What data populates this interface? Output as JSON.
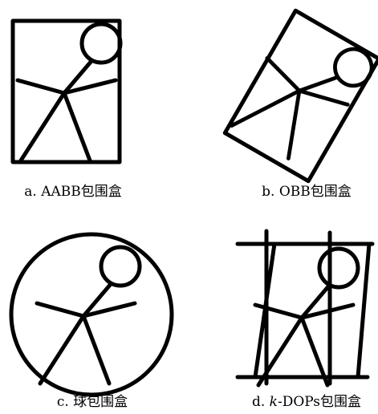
{
  "panels": [
    {
      "id": "a",
      "caption_prefix": "a. ",
      "caption_italic": "",
      "caption_text": "AABB包围盒",
      "bounding_volume": "axis-aligned bounding box"
    },
    {
      "id": "b",
      "caption_prefix": "b. ",
      "caption_italic": "",
      "caption_text": "OBB包围盒",
      "bounding_volume": "oriented bounding box"
    },
    {
      "id": "c",
      "caption_prefix": "c. ",
      "caption_italic": "",
      "caption_text": "球包围盒",
      "bounding_volume": "bounding sphere"
    },
    {
      "id": "d",
      "caption_prefix": "d. ",
      "caption_italic": "k",
      "caption_text": "-DOPs包围盒",
      "bounding_volume": "k-discrete oriented polytope"
    }
  ],
  "colors": {
    "stroke": "#000000",
    "background": "#ffffff"
  }
}
